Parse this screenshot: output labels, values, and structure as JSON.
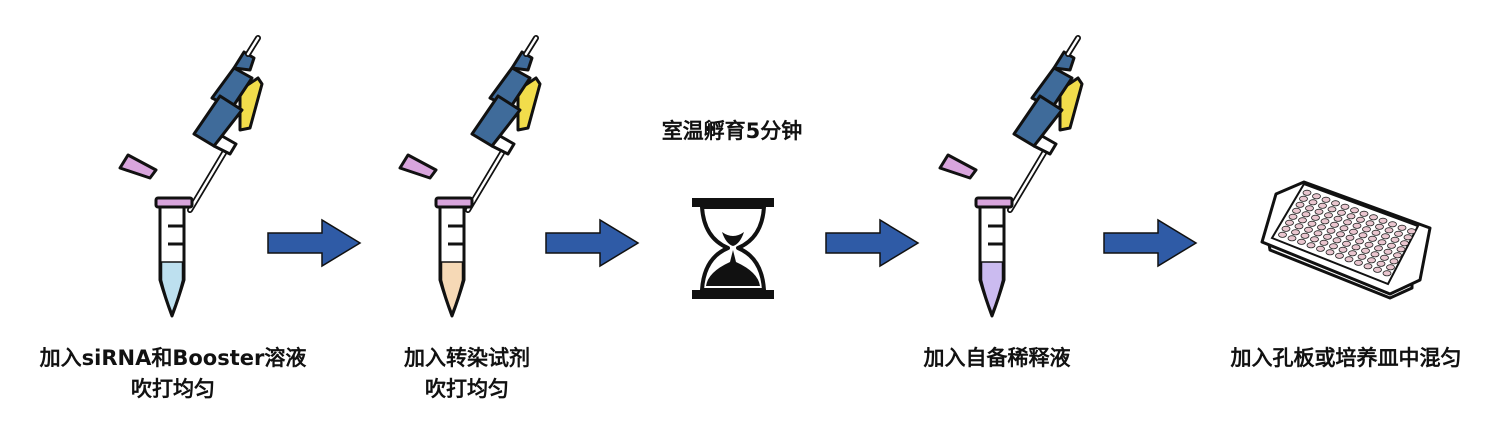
{
  "steps": [
    {
      "line1": "加入siRNA和Booster溶液",
      "line2": "吹打均匀",
      "liquid_color": "#bde0ef",
      "icons": [
        "pipette-icon",
        "tube-icon"
      ]
    },
    {
      "line1": "加入转染试剂",
      "line2": "吹打均匀",
      "liquid_color": "#f6d9b6",
      "icons": [
        "pipette-icon",
        "tube-icon"
      ]
    },
    {
      "caption": "室温孵育5分钟",
      "icons": [
        "hourglass-icon"
      ]
    },
    {
      "line1": "加入自备稀释液",
      "liquid_color": "#cbbbf0",
      "icons": [
        "pipette-icon",
        "tube-icon"
      ]
    },
    {
      "line1": "加入孔板或培养皿中混匀",
      "icons": [
        "well-plate-icon"
      ]
    }
  ],
  "arrow_count": 4,
  "colors": {
    "arrow": "#2f5ba6",
    "pipette_body": "#3f6b9a",
    "pipette_yellow": "#f2dd4b",
    "tube_cap": "#d9a5dd",
    "outline": "#111111",
    "plate_well": "#eac6cf"
  }
}
